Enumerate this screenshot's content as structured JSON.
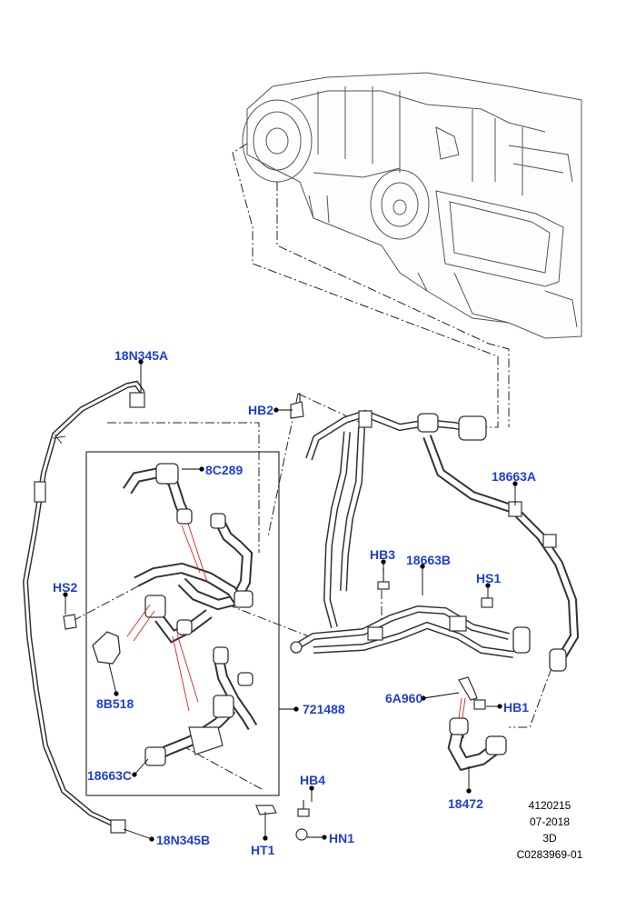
{
  "callouts": {
    "c_18N345A": "18N345A",
    "c_HB2": "HB2",
    "c_8C289": "8C289",
    "c_18663A": "18663A",
    "c_HB3": "HB3",
    "c_18663B": "18663B",
    "c_HS1": "HS1",
    "c_HS2": "HS2",
    "c_8B518": "8B518",
    "c_721488": "721488",
    "c_6A960": "6A960",
    "c_HB1": "HB1",
    "c_18663C": "18663C",
    "c_HB4": "HB4",
    "c_18472": "18472",
    "c_HT1": "HT1",
    "c_HN1": "HN1",
    "c_18N345B": "18N345B"
  },
  "meta": {
    "number": "4120215",
    "date": "07-2018",
    "view": "3D",
    "code": "C0283969-01"
  },
  "colors": {
    "callout_text": "#1f3fd6",
    "leader_line": "#000000",
    "red_reference_line": "#e02020",
    "part_outline": "#333333"
  }
}
